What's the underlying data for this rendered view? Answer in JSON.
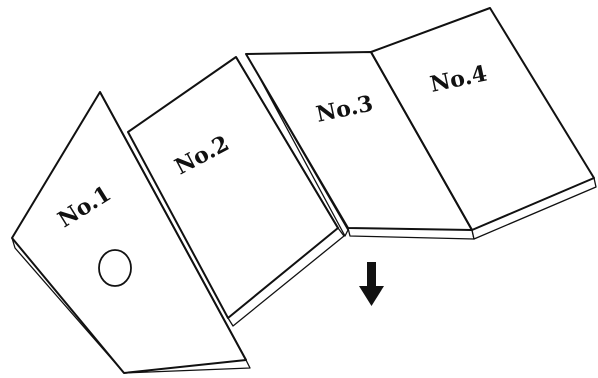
{
  "figure": {
    "panels": [
      {
        "label": "No.1",
        "feature": "circular hole"
      },
      {
        "label": "No.2"
      },
      {
        "label": "No.3"
      },
      {
        "label": "No.4"
      }
    ],
    "arrow_direction": "down"
  }
}
